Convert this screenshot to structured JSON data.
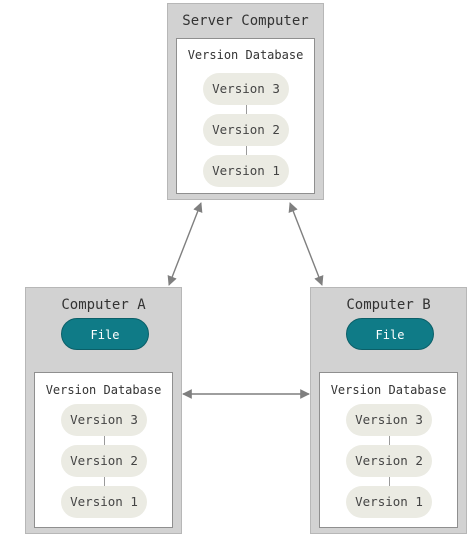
{
  "server": {
    "title": "Server Computer",
    "database_title": "Version Database",
    "versions": [
      "Version 3",
      "Version 2",
      "Version 1"
    ]
  },
  "computer_a": {
    "title": "Computer A",
    "file_label": "File",
    "database_title": "Version Database",
    "versions": [
      "Version 3",
      "Version 2",
      "Version 1"
    ]
  },
  "computer_b": {
    "title": "Computer B",
    "file_label": "File",
    "database_title": "Version Database",
    "versions": [
      "Version 3",
      "Version 2",
      "Version 1"
    ]
  },
  "colors": {
    "computer_bg": "#d2d2d2",
    "version_pill": "#ebebe3",
    "file_pill": "#0f7b87",
    "arrow": "#7f7f7f"
  }
}
